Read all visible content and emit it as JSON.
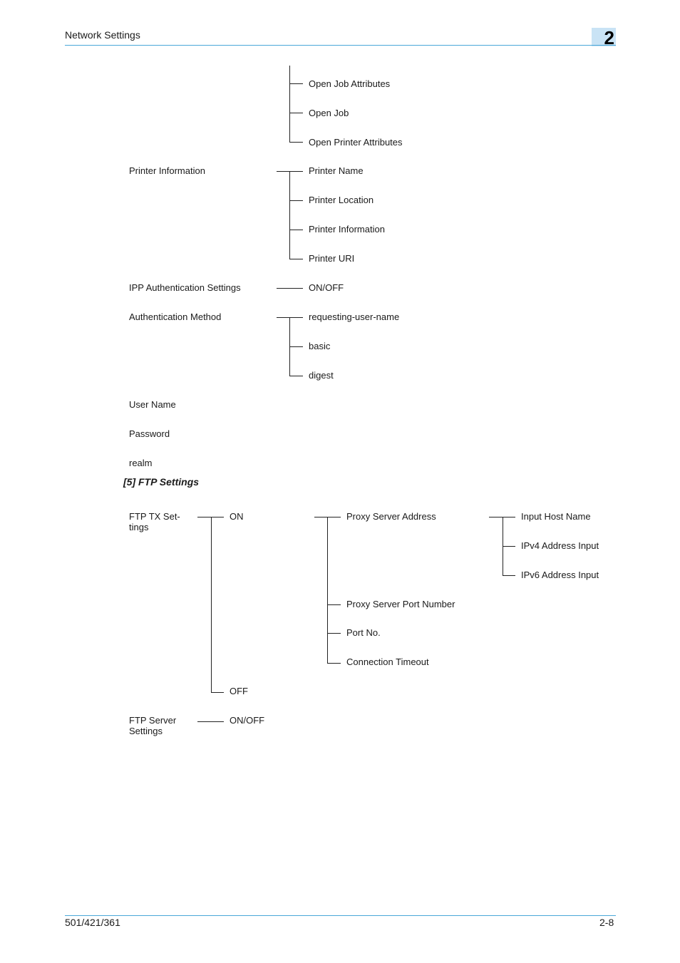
{
  "header": {
    "title": "Network Settings",
    "chapter": "2"
  },
  "ipp": {
    "open_job_attributes": "Open Job Attributes",
    "open_job": "Open Job",
    "open_printer_attributes": "Open Printer Attributes",
    "printer_information_label": "Printer Information",
    "printer_name": "Printer Name",
    "printer_location": "Printer Location",
    "printer_information": "Printer Information",
    "printer_uri": "Printer URI",
    "ipp_auth_label": "IPP Authentication Settings",
    "ipp_auth_value": "ON/OFF",
    "auth_method_label": "Authentication Method",
    "auth_requesting_user_name": "requesting-user-name",
    "auth_basic": "basic",
    "auth_digest": "digest",
    "user_name": "User Name",
    "password": "Password",
    "realm": "realm"
  },
  "ftp": {
    "section_title": "[5] FTP Settings",
    "tx_label": "FTP TX Set-tings",
    "on": "ON",
    "off": "OFF",
    "proxy_server_address": "Proxy Server Address",
    "input_host_name": "Input Host Name",
    "ipv4_address_input": "IPv4 Address Input",
    "ipv6_address_input": "IPv6 Address Input",
    "proxy_server_port_number": "Proxy Server Port Number",
    "port_no": "Port No.",
    "connection_timeout": "Connection Timeout",
    "server_label": "FTP Server Settings",
    "server_value": "ON/OFF"
  },
  "footer": {
    "model": "501/421/361",
    "page": "2-8"
  }
}
